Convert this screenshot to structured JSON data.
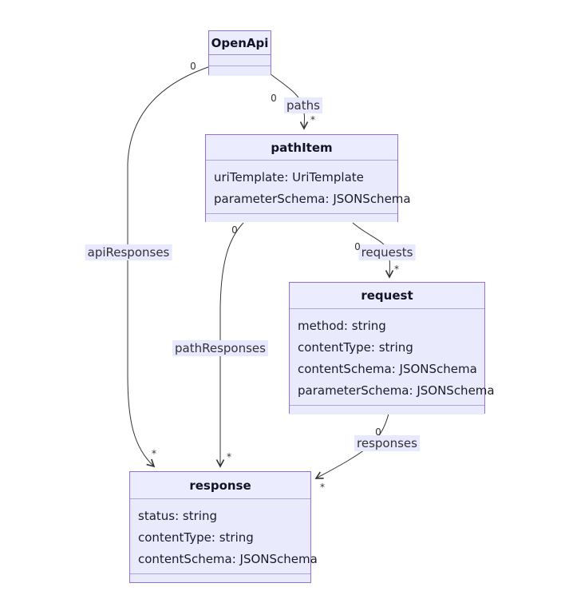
{
  "diagram": {
    "type": "uml-class-diagram",
    "classes": {
      "openapi": {
        "title": "OpenApi",
        "members": []
      },
      "pathitem": {
        "title": "pathItem",
        "members": [
          "uriTemplate: UriTemplate",
          "parameterSchema: JSONSchema"
        ]
      },
      "request": {
        "title": "request",
        "members": [
          "method: string",
          "contentType: string",
          "contentSchema: JSONSchema",
          "parameterSchema: JSONSchema"
        ]
      },
      "response": {
        "title": "response",
        "members": [
          "status: string",
          "contentType: string",
          "contentSchema: JSONSchema"
        ]
      }
    },
    "edges": {
      "paths": {
        "label": "paths",
        "from": "OpenApi",
        "to": "pathItem",
        "from_card": "0",
        "to_card": "*"
      },
      "apiResponses": {
        "label": "apiResponses",
        "from": "OpenApi",
        "to": "response",
        "from_card": "0",
        "to_card": "*"
      },
      "requests": {
        "label": "requests",
        "from": "pathItem",
        "to": "request",
        "from_card": "0",
        "to_card": "*"
      },
      "pathResponses": {
        "label": "pathResponses",
        "from": "pathItem",
        "to": "response",
        "from_card": "0",
        "to_card": "*"
      },
      "responses": {
        "label": "responses",
        "from": "request",
        "to": "response",
        "from_card": "0",
        "to_card": "*"
      }
    },
    "colors": {
      "class_fill": "#ECECFF",
      "class_border": "#9370DB",
      "edge_stroke": "#333333",
      "label_background": "#e8e8ff",
      "background": "#ffffff"
    }
  }
}
